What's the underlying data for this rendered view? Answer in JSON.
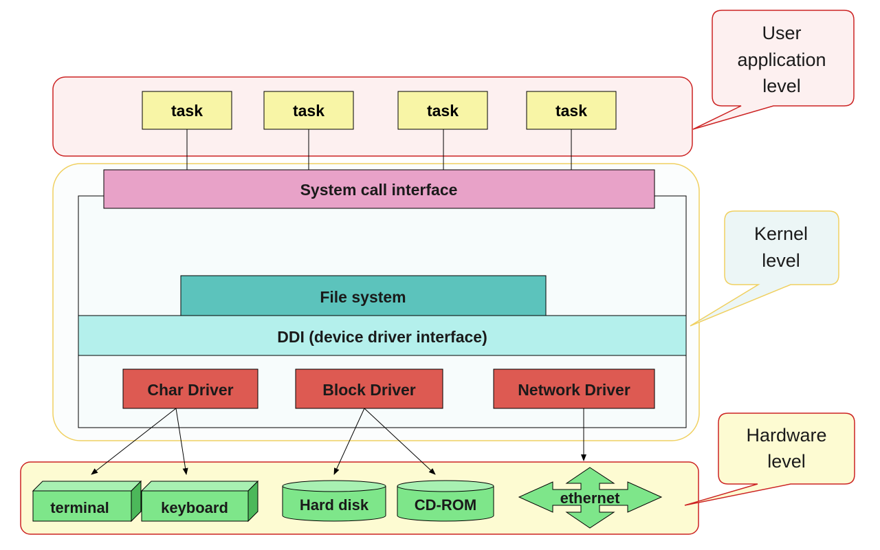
{
  "levels": {
    "user": "User application level",
    "user_lines": [
      "User",
      "application",
      "level"
    ],
    "kernel_lines": [
      "Kernel",
      "level"
    ],
    "hardware_lines": [
      "Hardware",
      "level"
    ]
  },
  "tasks": [
    "task",
    "task",
    "task",
    "task"
  ],
  "kernel": {
    "syscall": "System call interface",
    "filesystem": "File system",
    "ddi": "DDI (device driver interface)",
    "drivers": [
      "Char Driver",
      "Block Driver",
      "Network Driver"
    ]
  },
  "hardware": {
    "terminal": "terminal",
    "keyboard": "keyboard",
    "harddisk": "Hard disk",
    "cdrom": "CD-ROM",
    "ethernet": "ethernet"
  },
  "colors": {
    "user_bg": "#fdf0f0",
    "user_border": "#cc2222",
    "kernel_bg": "#fbfdfd",
    "kernel_border": "#f0d060",
    "task_fill": "#f8f5a6",
    "syscall_fill": "#e8a2c8",
    "fs_fill": "#5cc3bc",
    "ddi_fill": "#b4f0ec",
    "driver_fill": "#dd5a52",
    "hw_bg": "#fdfbd2",
    "device_fill": "#7ee68a",
    "device_side": "#4cb85a"
  }
}
